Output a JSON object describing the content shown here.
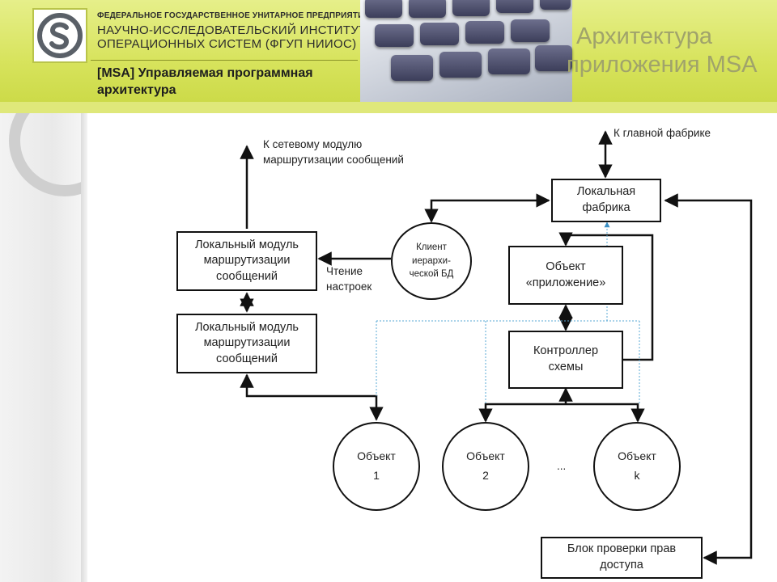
{
  "header": {
    "org_line1": "ФЕДЕРАЛЬНОЕ ГОСУДАРСТВЕННОЕ УНИТАРНОЕ ПРЕДПРИЯТИЕ",
    "org_line2": "НАУЧНО-ИССЛЕДОВАТЕЛЬСКИЙ ИНСТИТУТ",
    "org_line3": "ОПЕРАЦИОННЫХ СИСТЕМ (ФГУП НИИОС)",
    "topic": "[MSA] Управляемая программная архитектура",
    "brand_line1": "Архитектура",
    "brand_line2": "приложения MSA",
    "logo_icon": "institute-logo-icon"
  },
  "diagram": {
    "label_network": "К сетевому модулю\nмаршрутизации сообщений",
    "label_main_factory": "К главной фабрике",
    "label_read_settings": "Чтение\nнастроек",
    "box_router_top": "Локальный модуль маршрутизации сообщений",
    "box_router_bottom": "Локальный модуль маршрутизации сообщений",
    "box_factory": "Локальная фабрика",
    "box_app_object": "Объект «приложение»",
    "box_controller": "Контроллер схемы",
    "box_access": "Блок проверки прав доступа",
    "circle_client": "Клиент иерархи- ческой БД",
    "object1_name": "Объект",
    "object1_num": "1",
    "object2_name": "Объект",
    "object2_num": "2",
    "objectk_name": "Объект",
    "objectk_num": "k",
    "ellipsis": "..."
  },
  "colors": {
    "banner": "#d7e35c",
    "line": "#111111",
    "dotted_line": "#5aa9d6"
  }
}
